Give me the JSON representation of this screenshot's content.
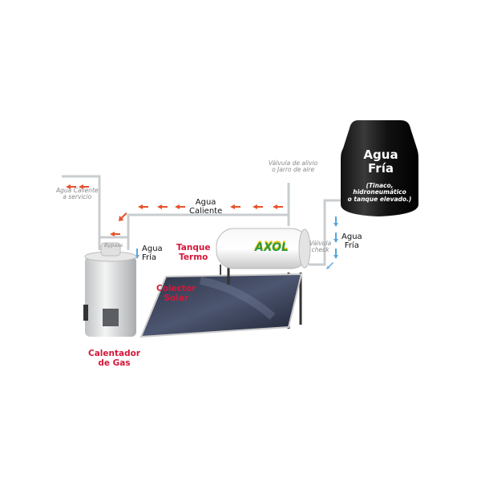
{
  "labels": {
    "hot_water_service": [
      "Agua Caliente",
      "a servicio"
    ],
    "bypass": "Bypass",
    "cold_water_left": [
      "Agua",
      "Fría"
    ],
    "hot_water_main": [
      "Agua",
      "Caliente"
    ],
    "relief_valve": [
      "Válvula de alivio",
      "o Jarro de aire"
    ],
    "tank_termo": [
      "Tanque",
      "Termo"
    ],
    "solar_collector": [
      "Colector",
      "Solar"
    ],
    "gas_heater": [
      "Calentador",
      "de Gas"
    ],
    "check_valve": [
      "Válvula",
      "check"
    ],
    "cold_water_right": [
      "Agua",
      "Fría"
    ],
    "tank_title": [
      "Agua",
      "Fría"
    ],
    "tank_note": [
      "(Tinaco,",
      "hidroneumático",
      "o tanque elevado.)"
    ]
  },
  "logo": "AXOL",
  "colors": {
    "hot_arrow": "#e8512a",
    "cold_arrow": "#5aa6dc",
    "red_label": "#d4173a",
    "pipe": "#c9cdd0"
  }
}
